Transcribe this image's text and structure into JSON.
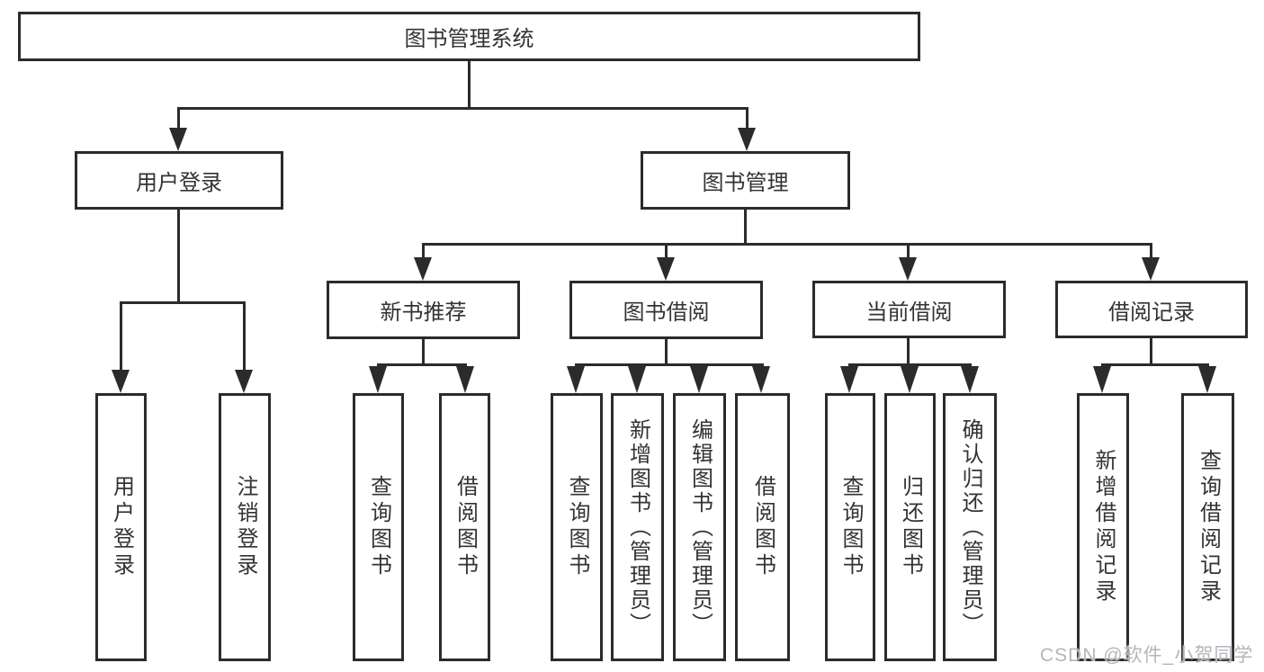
{
  "diagram": {
    "root": {
      "label": "图书管理系统"
    },
    "branches": [
      {
        "label": "用户登录",
        "children": [
          "用户登录",
          "注销登录"
        ]
      },
      {
        "label": "图书管理",
        "children": [
          {
            "label": "新书推荐",
            "children": [
              "查询图书",
              "借阅图书"
            ]
          },
          {
            "label": "图书借阅",
            "children": [
              "查询图书",
              "新增图书（管理员）",
              "编辑图书（管理员）",
              "借阅图书"
            ]
          },
          {
            "label": "当前借阅",
            "children": [
              "查询图书",
              "归还图书",
              "确认归还（管理员）"
            ]
          },
          {
            "label": "借阅记录",
            "children": [
              "新增借阅记录",
              "查询借阅记录"
            ]
          }
        ]
      }
    ]
  },
  "watermark": "CSDN @软件_小贺同学",
  "colors": {
    "line": "#2b2b2b",
    "box_border": "#2b2b2b",
    "text": "#333333",
    "watermark_text": "#b3b6ba",
    "background": "#ffffff"
  }
}
